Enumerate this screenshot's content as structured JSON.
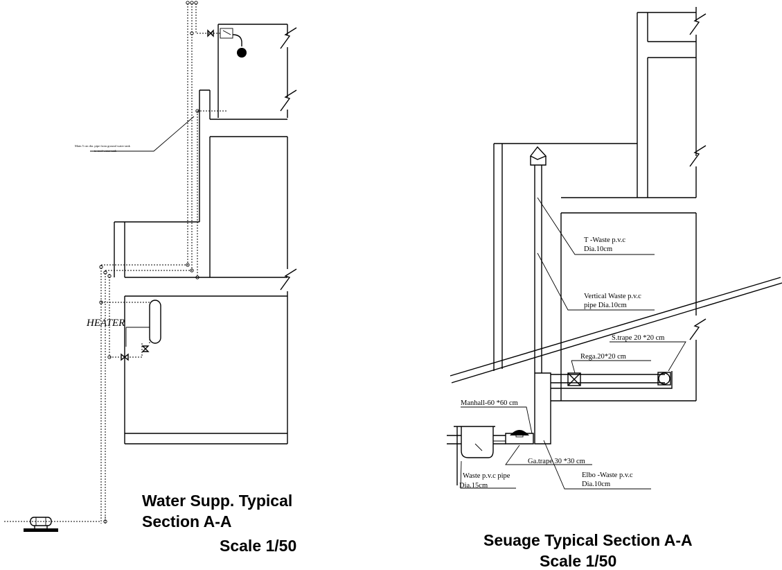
{
  "water_supply": {
    "title_line1": "Water Supp. Typical",
    "title_line2": "Section A-A",
    "scale": "Scale 1/50",
    "heater_label": "HEATER",
    "pipe_note_line1": "Main 5 cm dia. pipe from ground water tank",
    "pipe_note_line2": "to roof water tank"
  },
  "sewage": {
    "title": "Seuage Typical Section A-A",
    "scale": "Scale 1/50",
    "labels": {
      "t_waste_1": "T -Waste p.v.c",
      "t_waste_2": "Dia.10cm",
      "vertical_1": "Vertical Waste p.v.c",
      "vertical_2": "pipe Dia.10cm",
      "strape": "S.trape 20 *20 cm",
      "rega": "Rega.20*20 cm",
      "manhall": "Manhall-60 *60 cm",
      "gatrape": "Ga.trape 30 *30 cm",
      "elbo_1": "Elbo -Waste p.v.c",
      "elbo_2": "Dia.10cm",
      "waste_pipe_1": "Waste p.v.c pipe",
      "waste_pipe_2": "Dia.15cm"
    }
  }
}
